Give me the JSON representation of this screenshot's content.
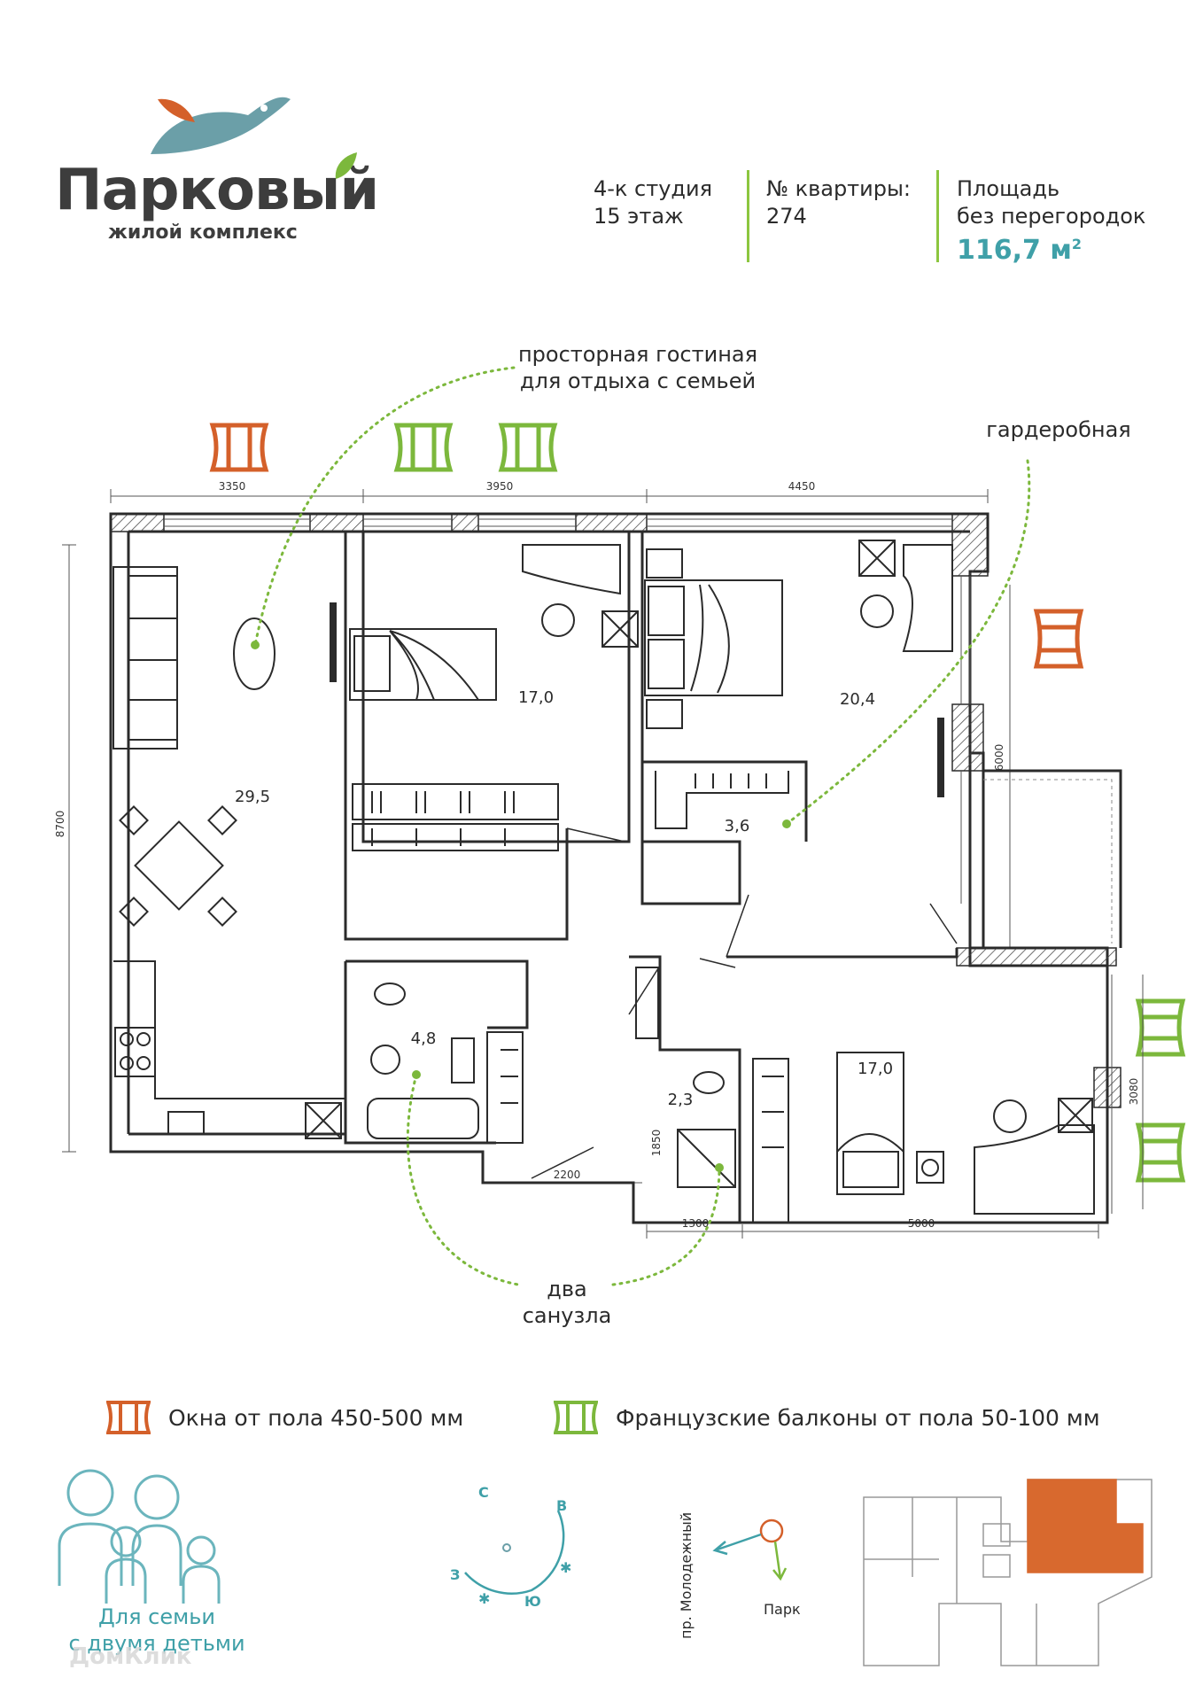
{
  "logo": {
    "title": "Парковый",
    "subtitle": "жилой комплекс"
  },
  "info": {
    "type_line1": "4-к студия",
    "type_line2": "15 этаж",
    "apt_label": "№ квартиры:",
    "apt_number": "274",
    "area_label1": "Площадь",
    "area_label2": "без перегородок",
    "area_value": "116,7 м",
    "area_unit_sup": "2"
  },
  "callouts": {
    "living_line1": "просторная гостиная",
    "living_line2": "для отдыха с семьей",
    "wardrobe": "гардеробная",
    "bath_line1": "два",
    "bath_line2": "санузла"
  },
  "plan": {
    "dimensions": {
      "top1": "3350",
      "top2": "3950",
      "top3": "4450",
      "left": "8700",
      "right1": "6000",
      "right2": "3080",
      "bottom1": "2200",
      "bottom2": "1300",
      "bottom3": "5000",
      "small": "1850"
    },
    "rooms": {
      "living": "29,5",
      "bedroom1": "17,0",
      "bedroom2": "20,4",
      "wardrobe": "3,6",
      "bath1": "4,8",
      "bath2": "2,3",
      "bedroom3": "17,0"
    }
  },
  "legend": {
    "windows": "Окна от пола 450-500 мм",
    "balconies": "Французские балконы от пола 50-100 мм"
  },
  "bottom": {
    "family_line1": "Для семьи",
    "family_line2": "с двумя детьми",
    "compass": {
      "n": "С",
      "e": "В",
      "w": "З",
      "s": "Ю"
    },
    "street": "пр. Молодежный",
    "park": "Парк",
    "watermark": "ДомКлик"
  },
  "colors": {
    "teal": "#6b9fa8",
    "orange": "#d4602a",
    "green": "#7cb83c",
    "accent_text": "#3fa0a8",
    "highlight": "#d8692e"
  }
}
